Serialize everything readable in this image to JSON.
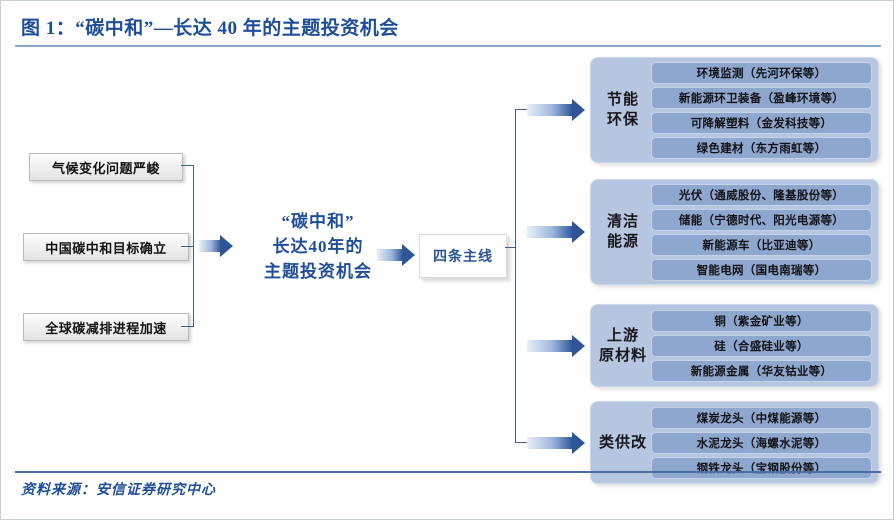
{
  "header": {
    "title": "图 1：“碳中和”—长达 40 年的主题投资机会"
  },
  "footer": {
    "source": "资料来源：安信证券研究中心"
  },
  "drivers": [
    {
      "label": "气候变化问题严峻"
    },
    {
      "label": "中国碳中和目标确立"
    },
    {
      "label": "全球碳减排进程加速"
    }
  ],
  "center": {
    "line1": "“碳中和”",
    "line2": "长达40年的",
    "line3": "主题投资机会",
    "hub_label": "四条主线"
  },
  "themes": [
    {
      "label": "节能\n环保",
      "label_line1": "节能",
      "label_line2": "环保",
      "items": [
        "环境监测（先河环保等）",
        "新能源环卫装备（盈峰环境等）",
        "可降解塑料（金发科技等）",
        "绿色建材（东方雨虹等）"
      ]
    },
    {
      "label_line1": "清洁",
      "label_line2": "能源",
      "items": [
        "光伏（通威股份、隆基股份等）",
        "储能（宁德时代、阳光电源等）",
        "新能源车（比亚迪等）",
        "智能电网（国电南瑞等）"
      ]
    },
    {
      "label_line1": "上游",
      "label_line2": "原材料",
      "items": [
        "铜（紫金矿业等）",
        "硅（合盛硅业等）",
        "新能源金属（华友钴业等）"
      ]
    },
    {
      "label_line1": "类供改",
      "label_line2": "",
      "items": [
        "煤炭龙头（中煤能源等）",
        "水泥龙头（海螺水泥等）",
        "钢铁龙头（宝钢股份等）"
      ]
    }
  ],
  "colors": {
    "title_blue": "#1f4e99",
    "group_bg": "#b6c6e0",
    "item_bg": "#8ea7cf",
    "arrow_dark": "#2e5596",
    "connector": "#3f5f92",
    "rule_blue": "#4a6fa5"
  }
}
